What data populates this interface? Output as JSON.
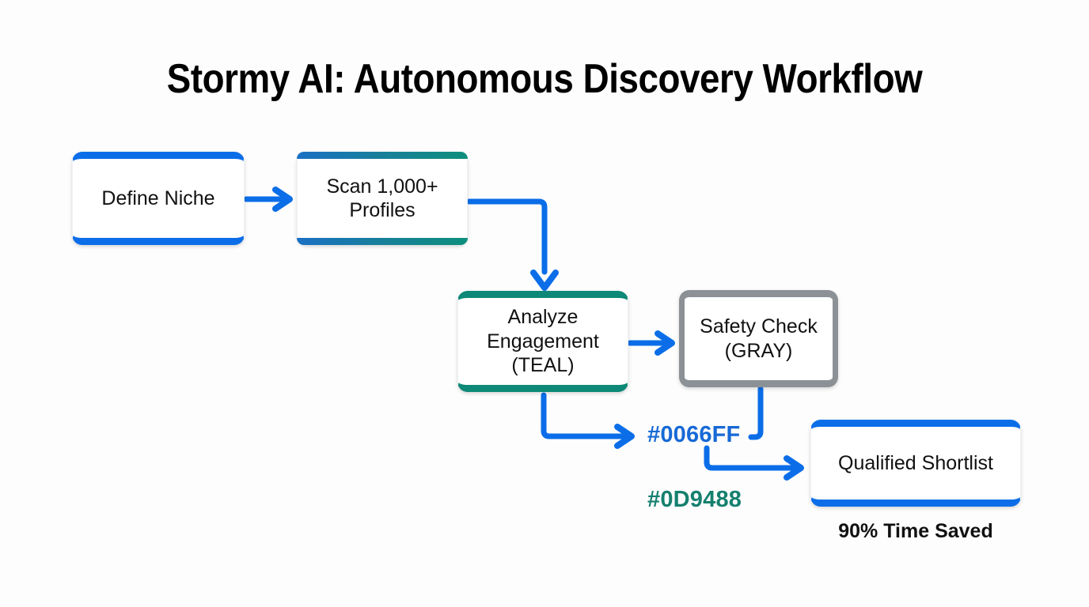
{
  "title": "Stormy AI: Autonomous Discovery Workflow",
  "diagram": {
    "type": "flowchart",
    "nodes": [
      {
        "id": "define",
        "label": "Define Niche",
        "accent": "#0066FF",
        "style": "blue-bars"
      },
      {
        "id": "scan",
        "label": "Scan 1,000+\nProfiles",
        "accent": "#0066FF",
        "style": "gradient-bars"
      },
      {
        "id": "analyze",
        "label": "Analyze\nEngagement\n(TEAL)",
        "accent": "#0D9488",
        "style": "teal-bars"
      },
      {
        "id": "safety",
        "label": "Safety Check\n(GRAY)",
        "accent": "#8C9196",
        "style": "gray-outline"
      },
      {
        "id": "shortlist",
        "label": "Qualified Shortlist",
        "accent": "#0066FF",
        "style": "blue-bars"
      }
    ],
    "node_labels": {
      "define": "Define Niche",
      "scan_line1": "Scan 1,000+",
      "scan_line2": "Profiles",
      "analyze_line1": "Analyze",
      "analyze_line2": "Engagement",
      "analyze_line3": "(TEAL)",
      "safety_line1": "Safety Check",
      "safety_line2": "(GRAY)",
      "shortlist": "Qualified Shortlist"
    },
    "edges": [
      {
        "from": "define",
        "to": "scan",
        "style": "straight-arrow"
      },
      {
        "from": "scan",
        "to": "analyze",
        "style": "elbow-down-arrow"
      },
      {
        "from": "analyze",
        "to": "safety",
        "style": "straight-arrow"
      },
      {
        "from": "analyze",
        "to": "blue-code-label",
        "style": "elbow-down-right-arrow"
      },
      {
        "from": "safety",
        "to": "shortlist",
        "style": "elbow-down-left-down-right-arrow"
      }
    ],
    "edge_color": "#0B6EE8"
  },
  "legend": {
    "blue_code": "#0066FF",
    "teal_code": "#0D9488"
  },
  "caption": "90% Time Saved",
  "colors": {
    "blue": "#0066FF",
    "teal": "#0D9488",
    "gray": "#8C9196",
    "background": "#FDFDFD",
    "text": "#111111"
  }
}
